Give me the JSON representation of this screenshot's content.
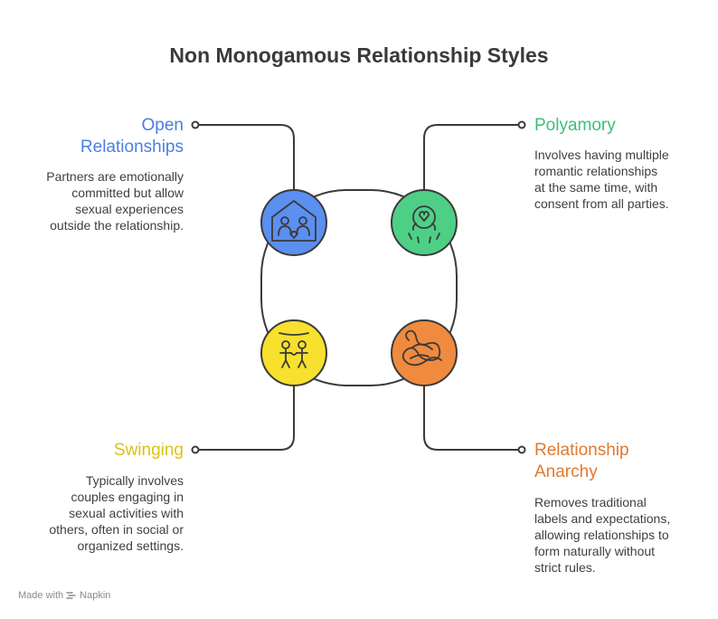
{
  "title": "Non Monogamous Relationship Styles",
  "items": [
    {
      "heading_line1": "Open",
      "heading_line2": "Relationships",
      "desc_lines": [
        "Partners are emotionally",
        "committed but allow",
        "sexual experiences",
        "outside the relationship."
      ],
      "color": "#4a7fe0",
      "icon": "house-couple-icon"
    },
    {
      "heading_line1": "Polyamory",
      "heading_line2": "",
      "desc_lines": [
        "Involves having multiple",
        "romantic relationships",
        "at the same time, with",
        "consent from all parties."
      ],
      "color": "#3cbf78",
      "icon": "connected-hearts-icon"
    },
    {
      "heading_line1": "Swinging",
      "heading_line2": "",
      "desc_lines": [
        "Typically involves",
        "couples engaging in",
        "sexual activities with",
        "others, often in social or",
        "organized settings."
      ],
      "color": "#d9c21a",
      "icon": "two-people-icon"
    },
    {
      "heading_line1": "Relationship",
      "heading_line2": "Anarchy",
      "desc_lines": [
        "Removes traditional",
        "labels and expectations,",
        "allowing relationships to",
        "form naturally without",
        "strict rules."
      ],
      "color": "#e07a2e",
      "icon": "tangled-knot-icon"
    }
  ],
  "footer": {
    "made_with": "Made with",
    "brand": "Napkin"
  }
}
